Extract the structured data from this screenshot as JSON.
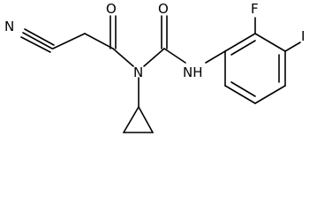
{
  "structure": {
    "atom_labels": {
      "nitrogen_nitrile": "N",
      "oxygen_acyl": "O",
      "oxygen_urea": "O",
      "nitrogen_amide": "N",
      "nitrogen_amine": "NH",
      "fluorine": "F",
      "iodine": "I"
    },
    "colors": {
      "bond": "#000000",
      "label": "#000000",
      "background": "#ffffff"
    }
  }
}
